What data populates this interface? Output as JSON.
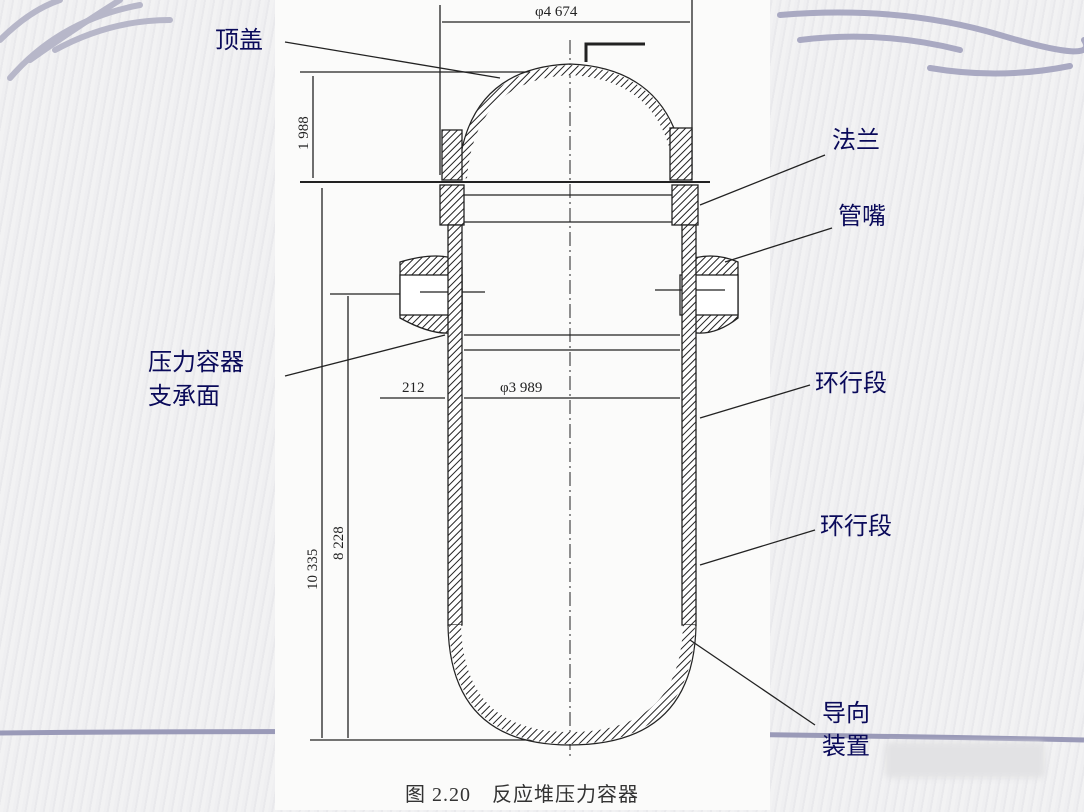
{
  "labels": {
    "top_cover": "顶盖",
    "flange": "法兰",
    "nozzle": "管嘴",
    "support_line1": "压力容器",
    "support_line2": "支承面",
    "ring_section_1": "环行段",
    "ring_section_2": "环行段",
    "guide_line1": "导向",
    "guide_line2": "装置"
  },
  "dimensions": {
    "outer_diameter": "φ4 674",
    "head_height": "1 988",
    "total_height": "10 335",
    "support_height": "8 228",
    "wall_offset": "212",
    "inner_diameter": "φ3 989"
  },
  "caption": "图 2.20　反应堆压力容器",
  "colors": {
    "label": "#0a0a5a",
    "slide_line": "#9a9ab8"
  }
}
